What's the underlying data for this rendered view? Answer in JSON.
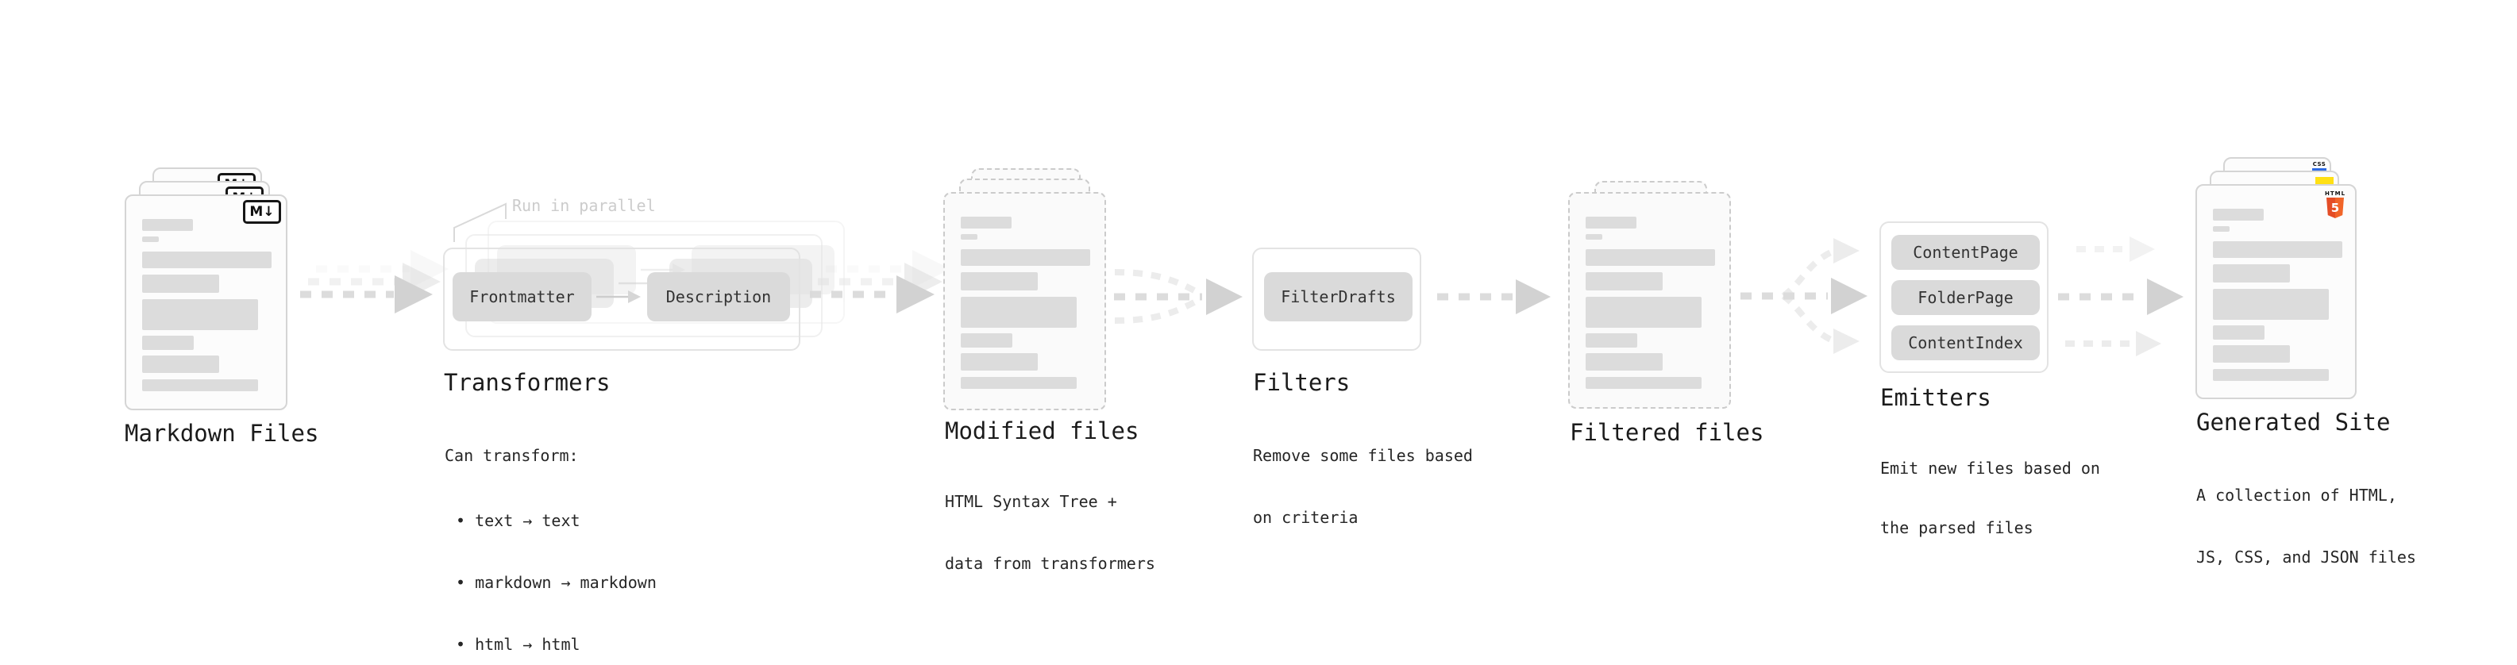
{
  "stages": {
    "markdown": {
      "label": "Markdown Files",
      "icon_text": "M↓"
    },
    "transformers": {
      "label": "Transformers",
      "annotation": "Run in parallel",
      "pills": {
        "from": "Frontmatter",
        "to": "Description"
      },
      "desc_title": "Can transform:",
      "bullets": [
        "• text → text",
        "• markdown → markdown",
        "• html → html"
      ]
    },
    "modified": {
      "label": "Modified files",
      "desc_line1": "HTML Syntax Tree +",
      "desc_line2": "data from transformers"
    },
    "filters": {
      "label": "Filters",
      "pill": "FilterDrafts",
      "desc_line1": "Remove some files based",
      "desc_line2": "on criteria"
    },
    "filtered": {
      "label": "Filtered files"
    },
    "emitters": {
      "label": "Emitters",
      "pills": [
        "ContentPage",
        "FolderPage",
        "ContentIndex"
      ],
      "desc_line1": "Emit new files based on",
      "desc_line2": "the parsed files"
    },
    "generated": {
      "label": "Generated Site",
      "desc_line1": "A collection of HTML,",
      "desc_line2": "JS, CSS, and JSON files",
      "badges": {
        "html_word": "HTML",
        "html_number": "5",
        "css_word": "CSS"
      }
    }
  },
  "colors": {
    "html_orange": "#e44d26",
    "html_orange_light": "#f16529",
    "js_yellow": "#ffe014",
    "css_blue": "#2d6ae3",
    "arrow_gray": "#dcdcdc",
    "pill_gray": "#dadada"
  }
}
